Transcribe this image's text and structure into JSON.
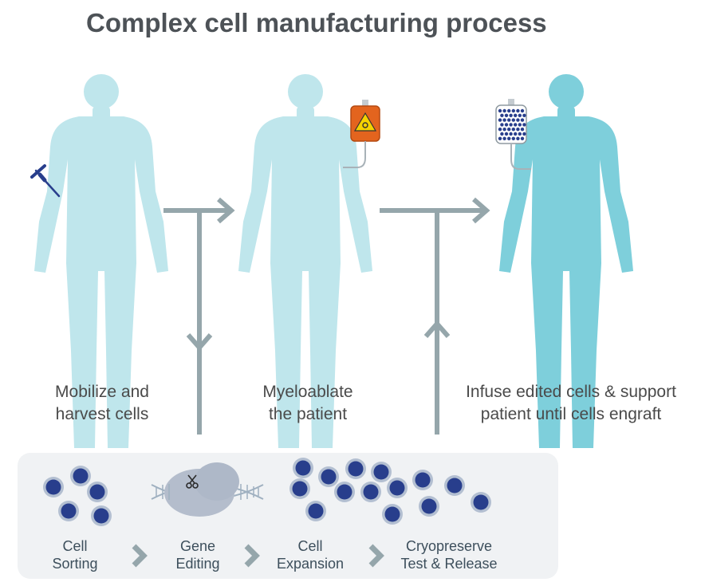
{
  "title": "Complex cell manufacturing process",
  "stages": [
    {
      "line1": "Mobilize and",
      "line2": "harvest cells"
    },
    {
      "line1": "Myeloablate",
      "line2": "the patient"
    },
    {
      "line1": "Infuse edited cells & support",
      "line2": "patient until cells engraft"
    }
  ],
  "process_steps": [
    {
      "line1": "Cell",
      "line2": "Sorting"
    },
    {
      "line1": "Gene",
      "line2": "Editing"
    },
    {
      "line1": "Cell",
      "line2": "Expansion"
    },
    {
      "line1": "Cryopreserve",
      "line2": "Test & Release"
    }
  ],
  "colors": {
    "title": "#4d5257",
    "figure_light": "#bfe6ec",
    "figure_dark": "#7ecfdb",
    "arrow": "#95a6ab",
    "cell": "#283e8c",
    "cell_ring": "#b3bfd1",
    "panel": "#f0f2f4",
    "biohazard_bag": "#e3641e"
  },
  "icons": [
    "needle-icon",
    "biohazard-bag-icon",
    "cell-bag-icon",
    "dna-icon",
    "scissors-icon"
  ]
}
